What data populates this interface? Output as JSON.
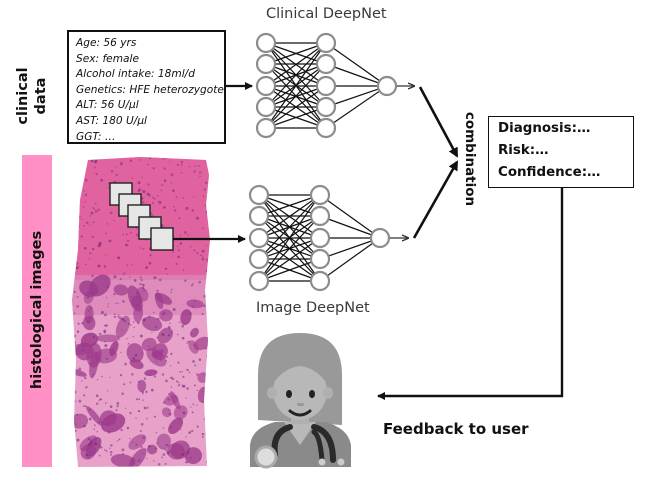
{
  "clinical_section": {
    "label_line1": "clinical",
    "label_line2": "data",
    "fields": [
      "Age: 56 yrs",
      "Sex: female",
      "Alcohol intake: 18ml/d",
      "Genetics: HFE heterozygote",
      "ALT: 56 U/µl",
      "AST: 180 U/µl",
      "GGT: …"
    ]
  },
  "histology_section": {
    "label": "histological images",
    "bar_color": "#ff8fc5",
    "tile_count": 5
  },
  "networks": {
    "clinical": {
      "title": "Clinical DeepNet",
      "input_nodes": 5,
      "hidden_nodes": 5,
      "output_nodes": 1
    },
    "image": {
      "title": "Image DeepNet",
      "input_nodes": 5,
      "hidden_nodes": 5,
      "output_nodes": 1
    }
  },
  "combination": {
    "label": "combination"
  },
  "result": {
    "lines": [
      "Diagnosis:…",
      "Risk:…",
      "Confidence:…"
    ]
  },
  "feedback": {
    "label": "Feedback to user",
    "user_icon": "doctor-with-stethoscope-icon"
  },
  "colors": {
    "node_stroke": "#8c8c8c",
    "line": "#111111",
    "tissue_pink": "#e36aa8",
    "tissue_purple": "#9c3a8a"
  }
}
